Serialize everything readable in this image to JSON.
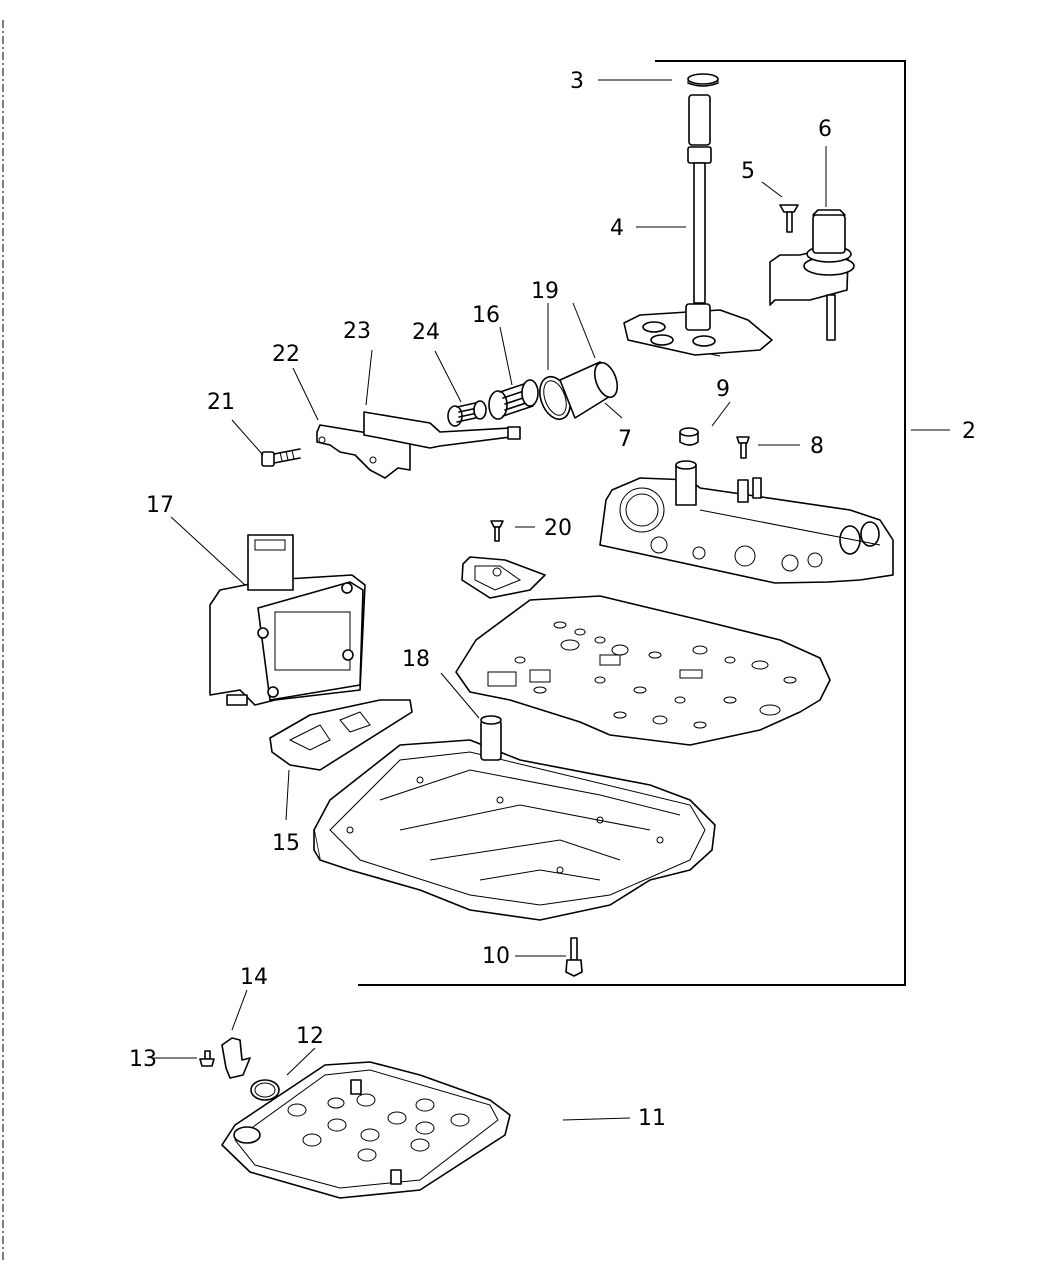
{
  "diagram": {
    "type": "exploded parts view",
    "subject": "transmission valve body assembly",
    "group_callout": {
      "number": "2",
      "description": "valve body assembly group bracket"
    },
    "callouts": [
      {
        "number": "2"
      },
      {
        "number": "3"
      },
      {
        "number": "4"
      },
      {
        "number": "5"
      },
      {
        "number": "6"
      },
      {
        "number": "7"
      },
      {
        "number": "8"
      },
      {
        "number": "9"
      },
      {
        "number": "10"
      },
      {
        "number": "11"
      },
      {
        "number": "12"
      },
      {
        "number": "13"
      },
      {
        "number": "14"
      },
      {
        "number": "15"
      },
      {
        "number": "16"
      },
      {
        "number": "17"
      },
      {
        "number": "18"
      },
      {
        "number": "19"
      },
      {
        "number": "20"
      },
      {
        "number": "21"
      },
      {
        "number": "22"
      },
      {
        "number": "23"
      },
      {
        "number": "24"
      }
    ],
    "line_color": "#000000",
    "background_color": "#ffffff"
  }
}
